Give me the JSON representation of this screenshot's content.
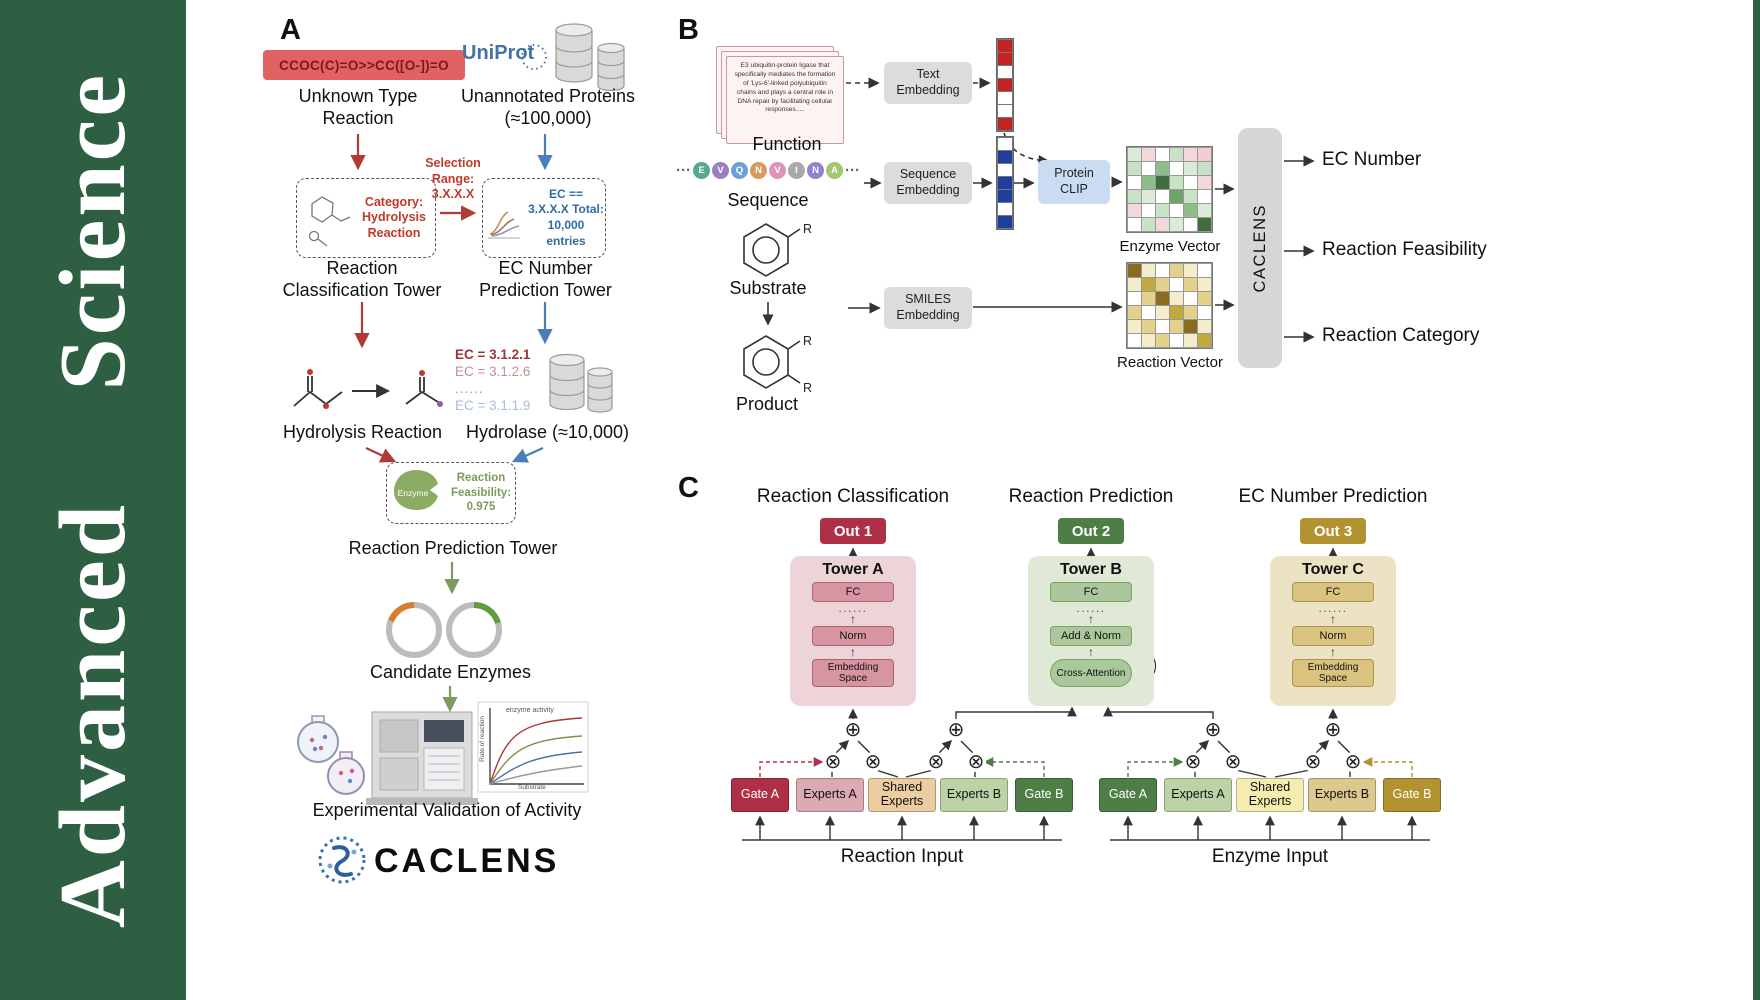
{
  "banner": {
    "journal_name": "Advanced Science"
  },
  "panelA": {
    "label": "A",
    "smiles_reaction": "CCOC(C)=O>>CC([O-])=O",
    "unknown_reaction_label": "Unknown Type Reaction",
    "uniprot_logo": "UniProt",
    "unannotated_label": "Unannotated Proteins (≈100,000)",
    "selection_range": "Selection Range: 3.X.X.X",
    "category_box": "Category: Hydrolysis Reaction",
    "ec_selection_box": "EC == 3.X.X.X Total: 10,000 entries",
    "classification_tower": "Reaction Classification Tower",
    "ec_prediction_tower": "EC Number Prediction Tower",
    "hydrolysis_label": "Hydrolysis Reaction",
    "ec_list": [
      "EC = 3.1.2.1",
      "EC = 3.1.2.6",
      "......",
      "EC = 3.1.1.9"
    ],
    "hydrolase_label": "Hydrolase (≈10,000)",
    "enzyme_blob": "Enzyme",
    "feasibility_box": "Reaction Feasibility: 0.975",
    "reaction_prediction_tower": "Reaction Prediction Tower",
    "candidate_enzymes": "Candidate Enzymes",
    "mini_chart": {
      "legend": "enzyme activity",
      "xlabel": "Substrate",
      "ylabel": "Rate of reaction"
    },
    "validation_label": "Experimental Validation of Activity",
    "logo_text": "CACLENS"
  },
  "panelB": {
    "label": "B",
    "function_card_text": "E3 ubiquitin-protein ligase that specifically mediates the formation of 'Lys-6'-linked polyubiquitin chains and plays a central role in DNA repair by facilitating cellular responses.....",
    "function_label": "Function",
    "ellipsis": "···",
    "residues": [
      "E",
      "V",
      "Q",
      "N",
      "V",
      "I",
      "N",
      "A"
    ],
    "sequence_label": "Sequence",
    "substrate_label": "Substrate",
    "product_label": "Product",
    "r_group": "R",
    "text_embedding": "Text Embedding",
    "sequence_embedding": "Sequence Embedding",
    "smiles_embedding": "SMILES Embedding",
    "protein_clip": "Protein CLIP",
    "enzyme_vector_label": "Enzyme Vector",
    "reaction_vector_label": "Reaction Vector",
    "caclens_label": "CACLENS",
    "outputs": [
      "EC Number",
      "Reaction Feasibility",
      "Reaction Category"
    ],
    "text_vector_cells": [
      "#c32525",
      "#c32525",
      "#ffffff",
      "#c32525",
      "#ffffff",
      "#ffffff",
      "#c32525"
    ],
    "sequence_vector_cells": [
      "#ffffff",
      "#1f3f9e",
      "#ffffff",
      "#1f3f9e",
      "#1f3f9e",
      "#ffffff",
      "#1f3f9e"
    ],
    "enzyme_matrix_cells": [
      [
        "#dcead8",
        "#f2d8da",
        "#ffffff",
        "#c9e2c6",
        "#f2d8da",
        "#f0cdd0"
      ],
      [
        "#c9e2c6",
        "#ffffff",
        "#8cbd8a",
        "#ffffff",
        "#dcead8",
        "#c9e2c6"
      ],
      [
        "#ffffff",
        "#8cbd8a",
        "#3f6e3c",
        "#c9e2c6",
        "#ffffff",
        "#f2d8da"
      ],
      [
        "#c9e2c6",
        "#dcead8",
        "#ffffff",
        "#6da46a",
        "#c9e2c6",
        "#ffffff"
      ],
      [
        "#f2d8da",
        "#ffffff",
        "#c9e2c6",
        "#ffffff",
        "#8cbd8a",
        "#dcead8"
      ],
      [
        "#ffffff",
        "#c9e2c6",
        "#f2d8da",
        "#dcead8",
        "#ffffff",
        "#3f6e3c"
      ]
    ],
    "reaction_matrix_cells": [
      [
        "#8a6b22",
        "#f4ecca",
        "#ffffff",
        "#e4d18a",
        "#f4ecca",
        "#ffffff"
      ],
      [
        "#f4ecca",
        "#c2a83e",
        "#e4d18a",
        "#ffffff",
        "#e4d18a",
        "#f4ecca"
      ],
      [
        "#ffffff",
        "#e4d18a",
        "#8a6b22",
        "#f4ecca",
        "#ffffff",
        "#e4d18a"
      ],
      [
        "#e4d18a",
        "#ffffff",
        "#f4ecca",
        "#c2a83e",
        "#e4d18a",
        "#ffffff"
      ],
      [
        "#f4ecca",
        "#e4d18a",
        "#ffffff",
        "#e4d18a",
        "#8a6b22",
        "#f4ecca"
      ],
      [
        "#ffffff",
        "#f4ecca",
        "#e4d18a",
        "#ffffff",
        "#f4ecca",
        "#c2a83e"
      ]
    ]
  },
  "panelC": {
    "label": "C",
    "sum_symbol": "⊕",
    "product_symbol": "⊗",
    "up_arrow": "↑",
    "towers": [
      {
        "title": "Reaction Classification",
        "out": "Out 1",
        "name": "Tower A",
        "fc": "FC",
        "dots": "......",
        "mid": "Norm",
        "bottom": "Embedding Space"
      },
      {
        "title": "Reaction Prediction",
        "out": "Out 2",
        "name": "Tower B",
        "fc": "FC",
        "dots": "......",
        "mid": "Add & Norm",
        "bottom": "Cross-Attention"
      },
      {
        "title": "EC Number Prediction",
        "out": "Out 3",
        "name": "Tower C",
        "fc": "FC",
        "dots": "......",
        "mid": "Norm",
        "bottom": "Embedding Space"
      }
    ],
    "groups": [
      {
        "gate_a": "Gate A",
        "experts_a": "Experts A",
        "shared": "Shared Experts",
        "experts_b": "Experts B",
        "gate_b": "Gate B",
        "input_label": "Reaction Input"
      },
      {
        "gate_a": "Gate A",
        "experts_a": "Experts A",
        "shared": "Shared Experts",
        "experts_b": "Experts B",
        "gate_b": "Gate B",
        "input_label": "Enzyme Input"
      }
    ]
  }
}
